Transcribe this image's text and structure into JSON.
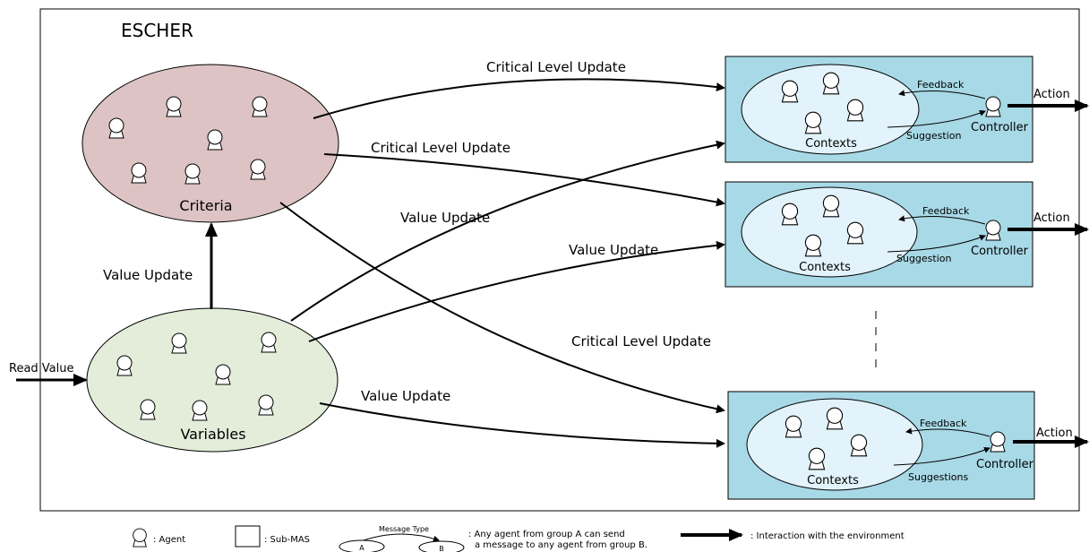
{
  "system": {
    "title": "ESCHER"
  },
  "groups": {
    "criteria": "Criteria",
    "variables": "Variables"
  },
  "inputs": {
    "read_value": "Read Value"
  },
  "flows": {
    "value_update_vertical": "Value Update",
    "critical_update_1": "Critical Level Update",
    "critical_update_2": "Critical Level Update",
    "critical_update_3": "Critical Level Update",
    "value_update_1": "Value Update",
    "value_update_2": "Value Update",
    "value_update_3": "Value Update"
  },
  "submas": [
    {
      "contexts": "Contexts",
      "controller": "Controller",
      "feedback": "Feedback",
      "suggestion": "Suggestion",
      "action": "Action"
    },
    {
      "contexts": "Contexts",
      "controller": "Controller",
      "feedback": "Feedback",
      "suggestion": "Suggestion",
      "action": "Action"
    },
    {
      "contexts": "Contexts",
      "controller": "Controller",
      "feedback": "Feedback",
      "suggestion": "Suggestions",
      "action": "Action"
    }
  ],
  "legend": {
    "agent": ": Agent",
    "submas": ": Sub-MAS",
    "message_type": "Message Type",
    "group_a": "A",
    "group_b": "B",
    "message_desc_1": ": Any agent from group A can send",
    "message_desc_2": "a message to any agent from group B.",
    "interaction": ": Interaction with the environment"
  },
  "colors": {
    "criteria_fill": "#ddc3c3",
    "variables_fill": "#e3edda",
    "submas_fill": "#a8d9e6",
    "contexts_fill": "#e2f3fb",
    "stroke": "#000000"
  }
}
